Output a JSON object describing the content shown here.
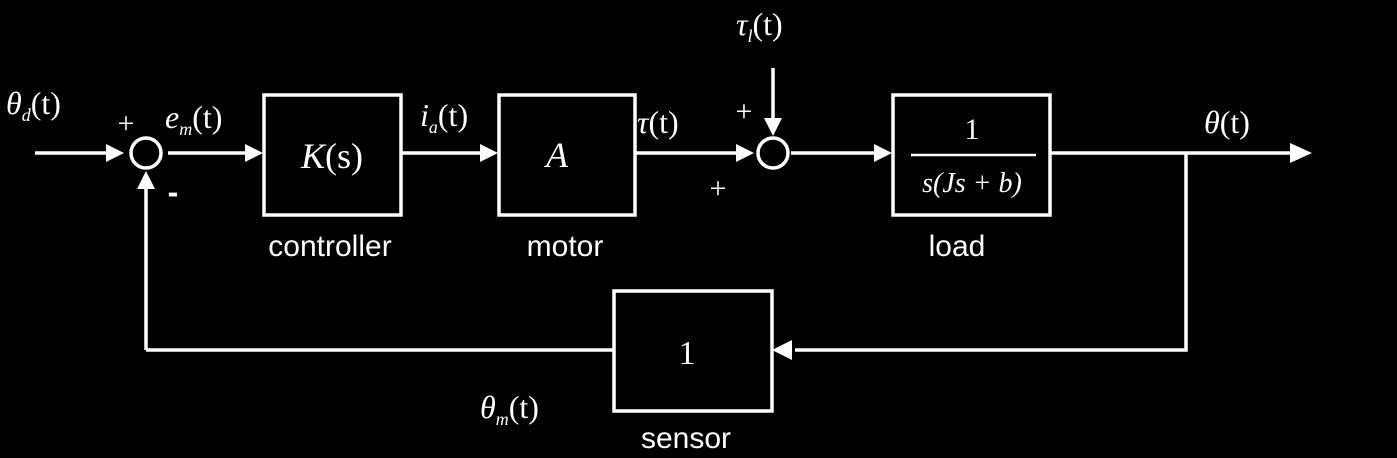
{
  "colors": {
    "background": "#000000",
    "foreground": "#ffffff"
  },
  "signals": {
    "reference": {
      "sym": "θ",
      "sub": "d",
      "arg": "(t)"
    },
    "error": {
      "sym": "e",
      "sub": "m",
      "arg": "(t)"
    },
    "current": {
      "sym": "i",
      "sub": "a",
      "arg": "(t)"
    },
    "torque": {
      "sym": "τ",
      "arg": "(t)"
    },
    "disturbance": {
      "sym": "τ",
      "sub": "l",
      "arg": "(t)"
    },
    "output": {
      "sym": "θ",
      "arg": "(t)"
    },
    "measured": {
      "sym": "θ",
      "sub": "m",
      "arg": "(t)"
    }
  },
  "blocks": {
    "controller": {
      "tf_sym": "K",
      "tf_arg": "(s)",
      "label": "controller"
    },
    "motor": {
      "tf": "A",
      "label": "motor"
    },
    "load": {
      "numerator": "1",
      "denominator": "s(Js + b)",
      "label": "load"
    },
    "sensor": {
      "tf": "1",
      "label": "sensor"
    }
  },
  "summing_junctions": {
    "error_sum": {
      "plus_sign": "+",
      "minus_sign": "-"
    },
    "torque_sum": {
      "top_sign": "+",
      "bottom_sign": "+"
    }
  }
}
